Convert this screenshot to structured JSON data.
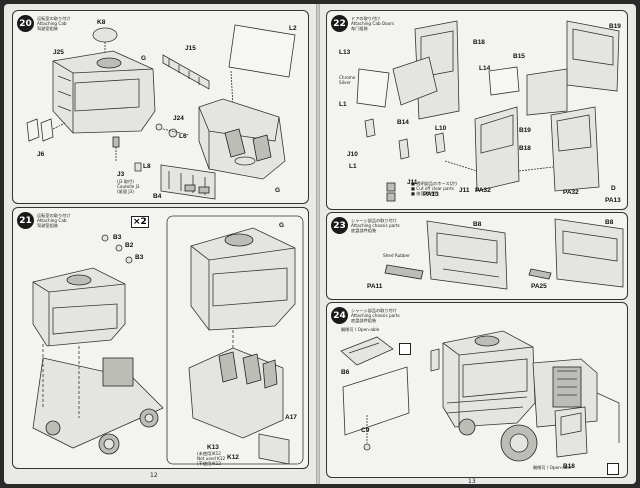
{
  "left_page": {
    "page_number": "12",
    "step20": {
      "number": "20",
      "caption_jp": "运転室の取り付け",
      "caption_en": "Attaching Cab",
      "caption_cn": "驾驶室组装",
      "labels": [
        "K8",
        "L2",
        "J25",
        "G",
        "J15",
        "J24",
        "L6",
        "J6",
        "L8",
        "J3",
        "B4",
        "G"
      ],
      "note_j3": "(J3 取付)\nCautelle J3\n(紧固 J3)"
    },
    "step21": {
      "number": "21",
      "caption_jp": "运転室の取り付け",
      "caption_en": "Attaching Cab",
      "caption_cn": "驾驶室组装",
      "multiplier": "×2",
      "labels": [
        "B3",
        "B2",
        "B3",
        "G",
        "A17",
        "K13",
        "K12"
      ],
      "note_k": "(未使用)K12\nNot used K12\n(不使用)K12"
    }
  },
  "right_page": {
    "page_number": "13",
    "step22": {
      "number": "22",
      "caption_jp": "ドアの取り付け",
      "caption_en": "Attaching Cab Doors",
      "caption_cn": "车门组装",
      "labels": [
        "B18",
        "B19",
        "L13",
        "B15",
        "L14",
        "L1",
        "B14",
        "L10",
        "J10",
        "L1",
        "B19",
        "B18",
        "J11",
        "PA13",
        "J11",
        "PA32",
        "PA32",
        "PA13",
        "D"
      ],
      "note_chrome": "Chrome\nSilver",
      "note_color": "■ 透明部品のホース切り\n■ Cut off clear parts\n■ 修剪透明件"
    },
    "step23": {
      "number": "23",
      "caption_jp": "シャーシ部品の取り付け",
      "caption_en": "Attaching chassis parts",
      "caption_cn": "底盘部件组装",
      "labels": [
        "B8",
        "B8",
        "Shed Rubber",
        "PA11",
        "PA25"
      ]
    },
    "step24": {
      "number": "24",
      "caption_jp": "シャーシ部品の取り付け",
      "caption_en": "Attaching chassis parts",
      "caption_cn": "底盘部件组装",
      "labels": [
        "B6",
        "C9",
        "B18"
      ],
      "note_open": "開閉可 / Open-able",
      "note_open2": "開閉可 / Open-able"
    }
  }
}
